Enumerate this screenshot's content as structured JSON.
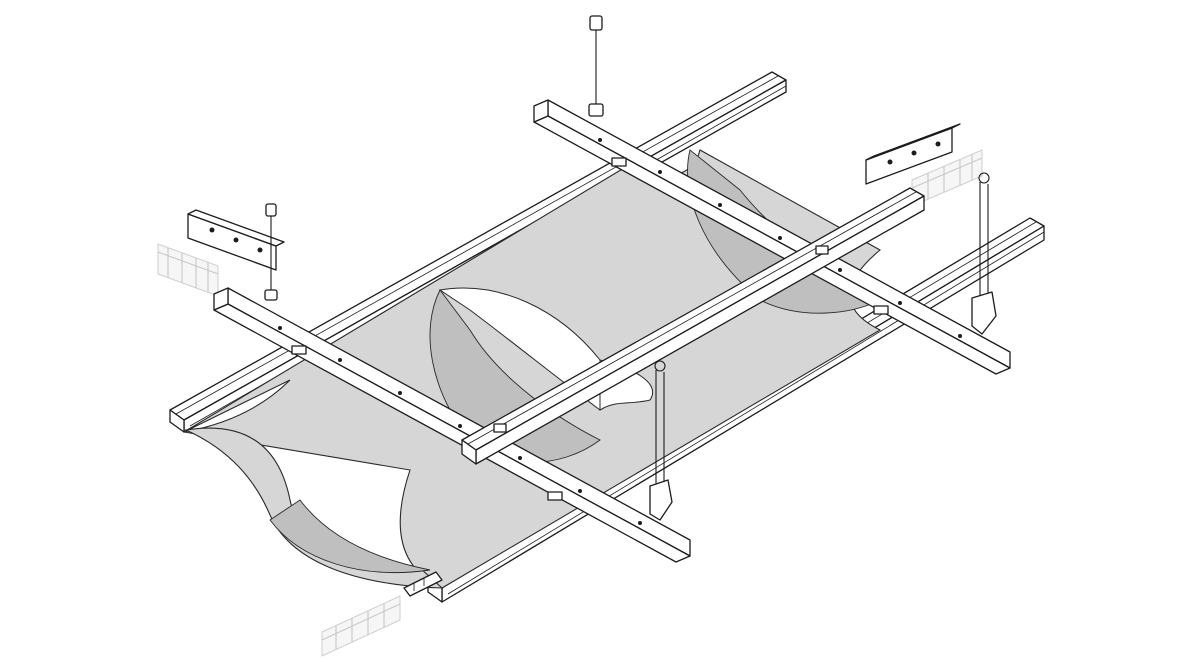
{
  "diagram": {
    "kind": "exploded-isometric-assembly",
    "labels": [],
    "parts": [
      "carrier-rail",
      "cross-tee",
      "curved-ceiling-panel",
      "suspension-hanger",
      "wire-hanger",
      "wall-bracket",
      "splice-connector"
    ],
    "colors": {
      "line": "#1c1c1c",
      "panel": "#d6d6d6",
      "panel_shade": "#bfbfbf",
      "ghost": "#c8c8c8",
      "background": "#ffffff"
    }
  }
}
